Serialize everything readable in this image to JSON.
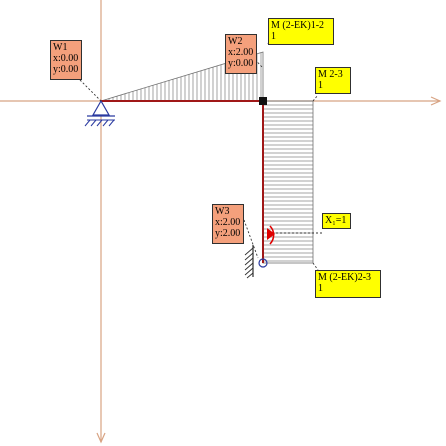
{
  "colors": {
    "axis": "#d8a383",
    "beam": "#a01818",
    "hatch": "#909090",
    "node_label_bg": "#f4a07c",
    "moment_label_bg": "#ffff00",
    "load_arrow": "#e00000",
    "support": "#2a3aa0"
  },
  "nodes": [
    {
      "name": "W1",
      "x": "x:0.00",
      "y": "y:0.00"
    },
    {
      "name": "W2",
      "x": "x:2.00",
      "y": "y:0.00"
    },
    {
      "name": "W3",
      "x": "x:2.00",
      "y": "y:2.00"
    }
  ],
  "moments": [
    {
      "line1": "M  (2-EK)1-2",
      "line2": "1"
    },
    {
      "line1": "M  2-3",
      "line2": "1"
    },
    {
      "line1": "M  (2-EK)2-3",
      "line2": "1"
    }
  ],
  "load": {
    "label": "X₁=1"
  },
  "icons": {
    "pin_support": "pin-support-icon",
    "fixed_support": "fixed-support-icon",
    "rigid_joint": "rigid-joint-icon",
    "moment_load": "moment-arrow-icon"
  }
}
